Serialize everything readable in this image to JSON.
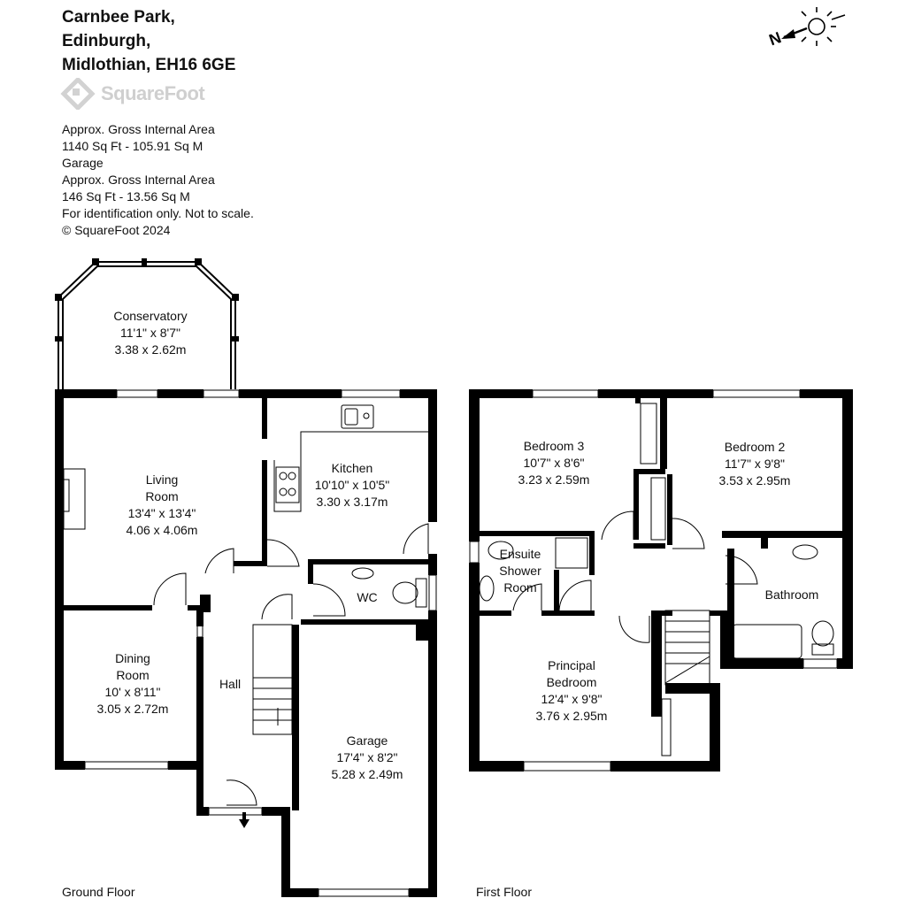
{
  "address": {
    "line1": "Carnbee Park,",
    "line2": "Edinburgh,",
    "line3": "Midlothian, EH16 6GE"
  },
  "logo_text": "SquareFoot",
  "info": {
    "line1": "Approx. Gross Internal Area",
    "line2": "1140 Sq Ft  -  105.91 Sq M",
    "line3": "Garage",
    "line4": "Approx. Gross Internal Area",
    "line5": "146 Sq Ft  -  13.56 Sq M",
    "line6": "For identification only. Not to scale.",
    "line7": "© SquareFoot 2024"
  },
  "compass": {
    "letter": "N"
  },
  "rooms": {
    "conservatory": [
      "Conservatory",
      "11'1\" x 8'7\"",
      "3.38 x 2.62m"
    ],
    "living": [
      "Living",
      "Room",
      "13'4\" x 13'4\"",
      "4.06 x 4.06m"
    ],
    "kitchen": [
      "Kitchen",
      "10'10\" x 10'5\"",
      "3.30 x 3.17m"
    ],
    "wc": [
      "WC"
    ],
    "dining": [
      "Dining",
      "Room",
      "10' x 8'11\"",
      "3.05 x 2.72m"
    ],
    "hall": [
      "Hall"
    ],
    "garage": [
      "Garage",
      "17'4\" x 8'2\"",
      "5.28 x 2.49m"
    ],
    "bedroom3": [
      "Bedroom 3",
      "10'7\" x 8'6\"",
      "3.23 x 2.59m"
    ],
    "bedroom2": [
      "Bedroom 2",
      "11'7\" x 9'8\"",
      "3.53 x 2.95m"
    ],
    "ensuite": [
      "Ensuite",
      "Shower",
      "Room"
    ],
    "bathroom": [
      "Bathroom"
    ],
    "principal": [
      "Principal",
      "Bedroom",
      "12'4\" x 9'8\"",
      "3.76 x 2.95m"
    ]
  },
  "floors": {
    "ground": "Ground Floor",
    "first": "First Floor"
  },
  "colors": {
    "wall": "#000000",
    "window": "#ffffff",
    "logo": "#cfcfcf",
    "text": "#111111"
  }
}
